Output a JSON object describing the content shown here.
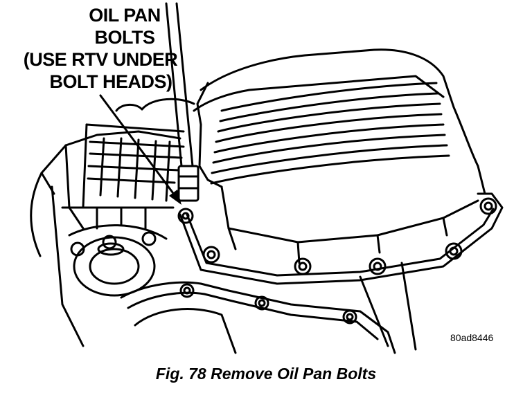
{
  "callout": {
    "lines": [
      "OIL PAN",
      "BOLTS",
      "(USE RTV UNDER",
      "BOLT HEADS)"
    ]
  },
  "image_code": "80ad8446",
  "caption": "Fig. 78 Remove Oil Pan Bolts"
}
